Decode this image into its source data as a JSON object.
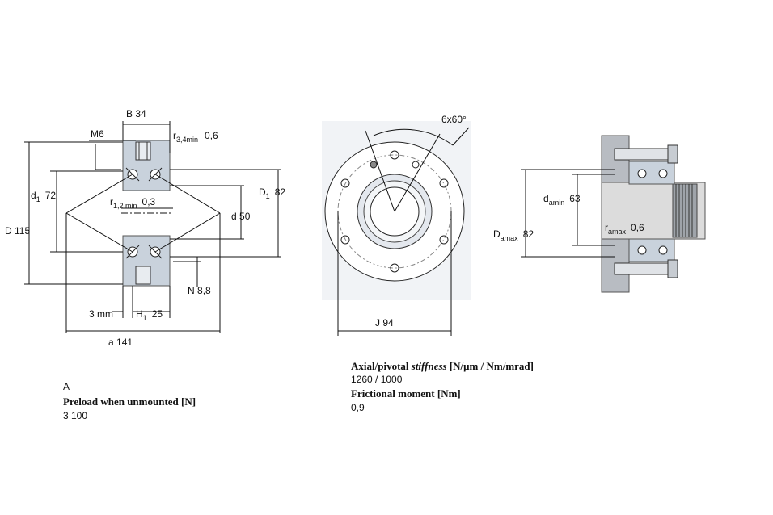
{
  "labels": {
    "B": "B",
    "B_val": "34",
    "M": "M6",
    "r34": "r",
    "r34_sub": "3,4min",
    "r34_val": "0,6",
    "d1": "d",
    "d1_sub": "1",
    "d1_val": "72",
    "r12": "r",
    "r12_sub": "1,2 min",
    "r12_val": "0,3",
    "D1": "D",
    "D1_sub": "1",
    "D1_val": "82",
    "d": "d",
    "d_val": "50",
    "D": "D",
    "D_val": "115",
    "N": "N",
    "N_val": "8,8",
    "mm3": "3 mm",
    "H1": "H",
    "H1_sub": "1",
    "H1_val": "25",
    "a": "a",
    "a_val": "141",
    "holes": "6x60°",
    "J": "J",
    "J_val": "94",
    "damin": "d",
    "damin_sub": "amin",
    "damin_val": "63",
    "Damax": "D",
    "Damax_sub": "amax",
    "Damax_val": "82",
    "ramax": "r",
    "ramax_sub": "amax",
    "ramax_val": "0,6"
  },
  "notes": {
    "series": "A",
    "preload_label": "Preload when unmounted [N]",
    "preload_value": "3 100",
    "stiffness_label_a": "Axial/pivotal ",
    "stiffness_label_b": "stiffness",
    "stiffness_label_c": " [N/μm / Nm/mrad]",
    "stiffness_value": "1260 / 1000",
    "friction_label": "Frictional moment [Nm]",
    "friction_value": "0,9"
  },
  "colors": {
    "bearing_fill": "#c9d2dc",
    "flange_fill": "#e6e9ee",
    "shaft_fill": "#dcdcdc",
    "line": "#111111"
  }
}
